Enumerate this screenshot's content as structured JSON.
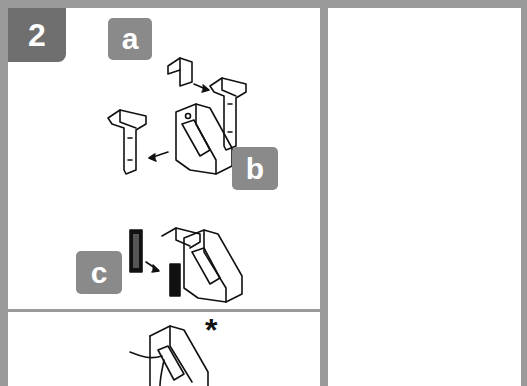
{
  "diagram": {
    "nodes": [
      {
        "text": [
          "2"
        ]
      },
      {
        "text": [
          "a"
        ]
      },
      {
        "text": [
          "b"
        ]
      },
      {
        "text": [
          "c"
        ]
      }
    ],
    "labels": [
      "*"
    ]
  }
}
